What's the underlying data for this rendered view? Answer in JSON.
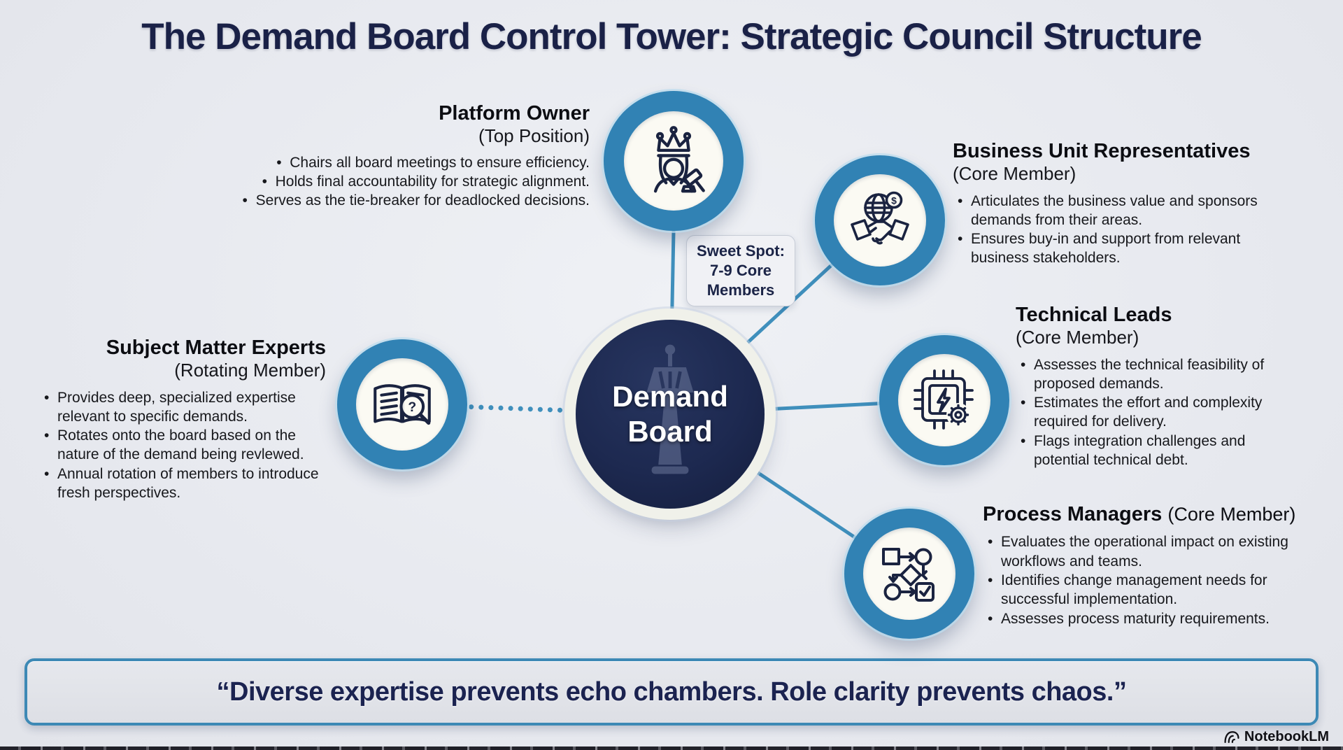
{
  "title": "The Demand Board Control Tower: Strategic Council Structure",
  "hub": {
    "label": "Demand Board",
    "icon": "control-tower-icon"
  },
  "sweet_spot": {
    "text": "Sweet Spot:\n7-9 Core\nMembers"
  },
  "roles": [
    {
      "id": "platform-owner",
      "title": "Platform Owner",
      "subtitle": "(Top Position)",
      "icon": "crowned-person-gavel-icon",
      "bullets": [
        "Chairs all board meetings to ensure efficiency.",
        "Holds final accountability for strategic alignment.",
        "Serves as the tie-breaker for deadlocked decisions."
      ]
    },
    {
      "id": "business-unit-representatives",
      "title": "Business Unit Representatives",
      "subtitle": "(Core Member)",
      "icon": "globe-handshake-dollar-icon",
      "bullets": [
        "Articulates the business value and sponsors demands from their areas.",
        "Ensures buy-in and support from relevant business stakeholders."
      ]
    },
    {
      "id": "technical-leads",
      "title": "Technical Leads",
      "subtitle": "(Core Member)",
      "icon": "chip-lightning-gear-icon",
      "bullets": [
        "Assesses the technical feasibility of proposed demands.",
        "Estimates the effort and complexity required for delivery.",
        "Flags integration challenges and potential technical debt."
      ]
    },
    {
      "id": "process-managers",
      "title": "Process Managers",
      "subtitle": "(Core Member)",
      "icon": "flowchart-icon",
      "bullets": [
        "Evaluates the operational impact on existing workflows and teams.",
        "Identifies change management needs for successful implementation.",
        "Assesses process maturity requirements."
      ]
    },
    {
      "id": "subject-matter-experts",
      "title": "Subject Matter Experts",
      "subtitle": "(Rotating Member)",
      "icon": "book-magnifier-question-icon",
      "bullets": [
        "Provides deep, specialized expertise relevant to specific demands.",
        "Rotates onto the board based on the nature of the demand being revlewed.",
        "Annual rotation of members to introduce fresh perspectives."
      ]
    }
  ],
  "quote": "“Diverse expertise prevents echo chambers. Role clarity prevents chaos.”",
  "watermark": {
    "label": "NotebookLM",
    "icon": "notebooklm-logo-icon"
  },
  "colors": {
    "bg": "#e9ebf0",
    "accent": "#3182b4",
    "connector": "#3f8fbc",
    "hub": "#1d2950",
    "navy": "#1a2147",
    "quote-border": "#3d89b5"
  }
}
